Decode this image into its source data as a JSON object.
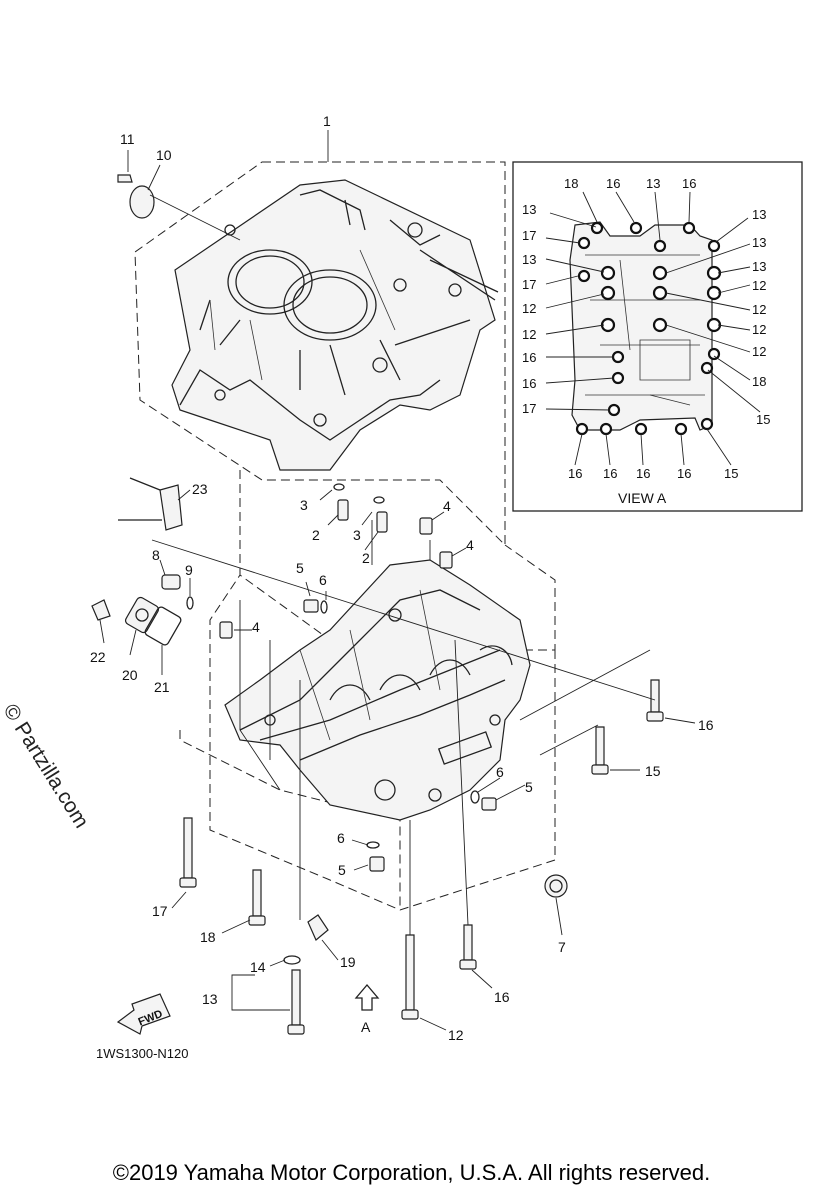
{
  "diagram": {
    "code": "1WS1300-N120",
    "view_label": "VIEW A",
    "view_arrow_label": "A",
    "fwd_label": "FWD",
    "callouts_main": [
      "1",
      "2",
      "2",
      "3",
      "3",
      "4",
      "4",
      "4",
      "5",
      "5",
      "5",
      "6",
      "6",
      "6",
      "7",
      "8",
      "9",
      "10",
      "11",
      "12",
      "13",
      "14",
      "15",
      "16",
      "16",
      "17",
      "18",
      "19",
      "20",
      "21",
      "22",
      "23"
    ],
    "callouts_view_a": [
      "18",
      "16",
      "13",
      "16",
      "13",
      "13",
      "17",
      "13",
      "13",
      "13",
      "17",
      "12",
      "12",
      "12",
      "12",
      "12",
      "12",
      "16",
      "16",
      "18",
      "17",
      "15",
      "16",
      "16",
      "16",
      "16",
      "15"
    ]
  },
  "watermark": "© Partzilla.com",
  "footer": "©2019 Yamaha Motor Corporation, U.S.A. All rights reserved."
}
